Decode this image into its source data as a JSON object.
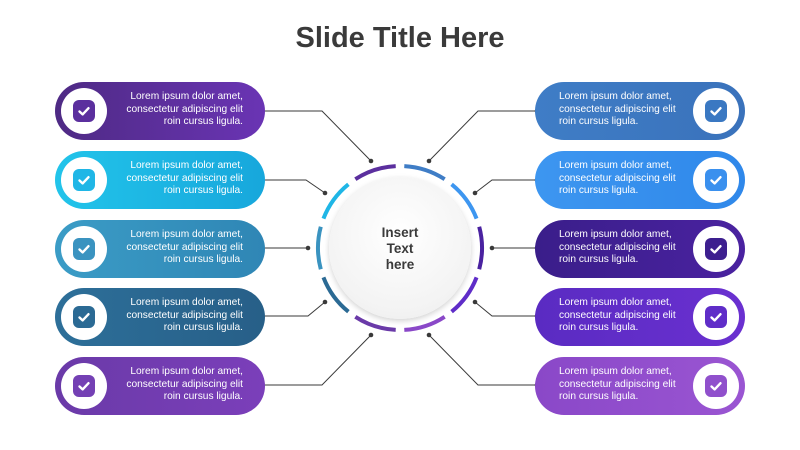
{
  "slide": {
    "title": "Slide Title Here"
  },
  "center": {
    "lines": [
      "Insert",
      "Text",
      "here"
    ]
  },
  "items_left": [
    {
      "lines": [
        "Lorem ipsum dolor amet,",
        "consectetur  adipiscing elit",
        "roin cursus ligula."
      ],
      "color_start": "#4e2a84",
      "color_end": "#6a34b4",
      "check_color": "#5b2f9e"
    },
    {
      "lines": [
        "Lorem ipsum dolor amet,",
        "consectetur  adipiscing elit",
        "roin cursus ligula."
      ],
      "color_start": "#22c4ea",
      "color_end": "#17a7dc",
      "check_color": "#1fb6e6"
    },
    {
      "lines": [
        "Lorem ipsum dolor amet,",
        "consectetur  adipiscing elit",
        "roin cursus ligula."
      ],
      "color_start": "#3b9cc6",
      "color_end": "#2f86b5",
      "check_color": "#3a93c0"
    },
    {
      "lines": [
        "Lorem ipsum dolor amet,",
        "consectetur  adipiscing elit",
        "roin cursus ligula."
      ],
      "color_start": "#2d6f99",
      "color_end": "#275f88",
      "check_color": "#2b6a94"
    },
    {
      "lines": [
        "Lorem ipsum dolor amet,",
        "consectetur  adipiscing elit",
        "roin cursus ligula."
      ],
      "color_start": "#6a3aa8",
      "color_end": "#7b3fba",
      "check_color": "#7440b4"
    }
  ],
  "items_right": [
    {
      "lines": [
        "Lorem ipsum dolor amet,",
        "consectetur  adipiscing elit",
        "roin cursus ligula."
      ],
      "color_start": "#3f7dc6",
      "color_end": "#3a72bb",
      "check_color": "#3a78c2"
    },
    {
      "lines": [
        "Lorem ipsum dolor amet,",
        "consectetur  adipiscing elit",
        "roin cursus ligula."
      ],
      "color_start": "#3d96f0",
      "color_end": "#2f88ea",
      "check_color": "#3a90ee"
    },
    {
      "lines": [
        "Lorem ipsum dolor amet,",
        "consectetur  adipiscing elit",
        "roin cursus ligula."
      ],
      "color_start": "#3a1e8a",
      "color_end": "#4a22a0",
      "check_color": "#3d1f8f"
    },
    {
      "lines": [
        "Lorem ipsum dolor amet,",
        "consectetur  adipiscing elit",
        "roin cursus ligula."
      ],
      "color_start": "#5a2bc2",
      "color_end": "#6a30d0",
      "check_color": "#5f2dc8"
    },
    {
      "lines": [
        "Lorem ipsum dolor amet,",
        "consectetur  adipiscing elit",
        "roin cursus ligula."
      ],
      "color_start": "#8a48c8",
      "color_end": "#9a55d2",
      "check_color": "#9050cc"
    }
  ],
  "ring_colors": [
    "#3f7dc6",
    "#3d96f0",
    "#4a22a0",
    "#5f2dc8",
    "#8a48c8",
    "#6a3aa8",
    "#2b6a94",
    "#3a93c0",
    "#1fb6e6",
    "#5b2f9e"
  ]
}
